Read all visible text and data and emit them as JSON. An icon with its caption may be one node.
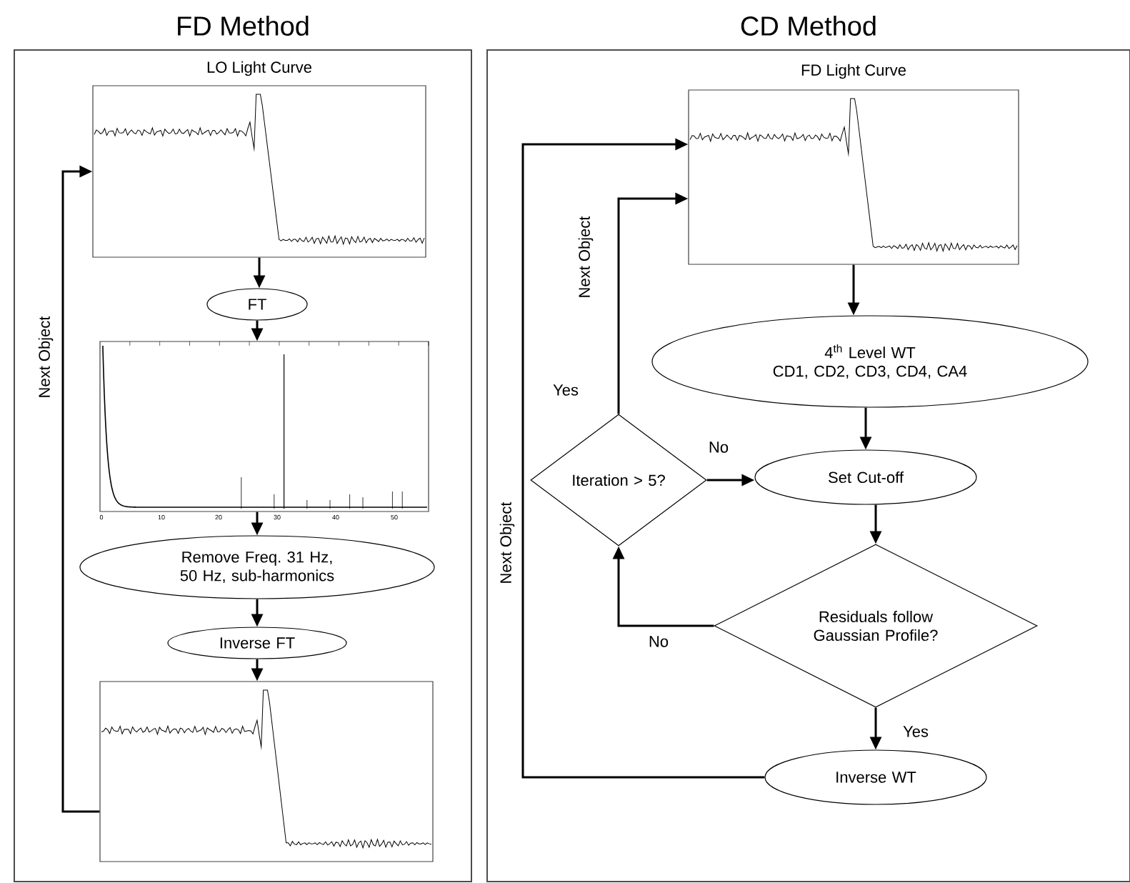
{
  "diagram": {
    "nodes": [
      {
        "text": [
          "FD Method"
        ]
      },
      {
        "text": [
          "CD Method"
        ]
      },
      {
        "text": [
          "LO Light Curve"
        ],
        "in": 0
      },
      {
        "text": [
          "FT"
        ],
        "in": 0
      },
      {
        "text": [],
        "shape": "picture",
        "in": 0
      },
      {
        "text": [
          "Remove Freq. 31 Hz, 50 Hz, sub-harmonics"
        ],
        "in": 0
      },
      {
        "text": [
          "Inverse FT"
        ],
        "in": 0
      },
      {
        "text": [],
        "shape": "picture",
        "in": 0
      },
      {
        "text": [
          "FD Light Curve"
        ],
        "in": 1
      },
      {
        "text": [
          "4$^{th}$ Level WT",
          "CD1, CD2, CD3, CD4, CA4"
        ],
        "in": 1
      },
      {
        "text": [
          "Set Cut-off"
        ],
        "in": 1
      },
      {
        "text": [
          "Iteration > 5?"
        ],
        "in": 1
      },
      {
        "text": [
          "Residuals follow Gaussian Profile?"
        ],
        "in": 1
      },
      {
        "text": [
          "Inverse WT"
        ],
        "in": 1
      }
    ],
    "edges": [
      {
        "from": 2,
        "to": 3,
        "arrow": "to"
      },
      {
        "from": 3,
        "to": 4,
        "arrow": "to"
      },
      {
        "from": 4,
        "to": 5,
        "arrow": "to"
      },
      {
        "from": 5,
        "to": 6,
        "arrow": "to"
      },
      {
        "from": 6,
        "to": 7,
        "arrow": "to"
      },
      {
        "from": 7,
        "to": 2,
        "arrow": "to",
        "label": "Next Object"
      },
      {
        "from": 8,
        "to": 9,
        "arrow": "to"
      },
      {
        "from": 9,
        "to": 10,
        "arrow": "to"
      },
      {
        "from": 10,
        "to": 12,
        "arrow": "to"
      },
      {
        "from": 12,
        "to": 13,
        "arrow": "to",
        "label": "Yes"
      },
      {
        "from": 12,
        "to": 11,
        "arrow": "to",
        "label": "No"
      },
      {
        "from": 11,
        "to": 10,
        "arrow": "to",
        "label": "No"
      },
      {
        "from": 11,
        "to": 8,
        "arrow": "to",
        "label": "Yes"
      },
      {
        "from": 13,
        "to": 8,
        "arrow": "to",
        "label": "Next Object"
      }
    ],
    "labels": [
      "0",
      "10",
      "20",
      "30",
      "40",
      "50",
      "Next Object"
    ]
  }
}
